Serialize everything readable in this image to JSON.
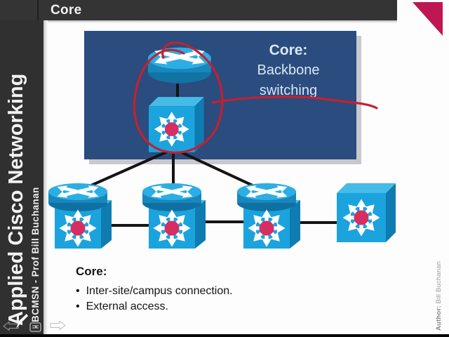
{
  "titlebar": {
    "label": "Core"
  },
  "sidebar": {
    "course_title": "Applied Cisco Networking",
    "course_subtitle": "- BCMSN - Prof Bill Buchanan"
  },
  "slide": {
    "callout": {
      "heading": "Core:",
      "body_lines": [
        "Backbone",
        "switching"
      ]
    },
    "notes": {
      "heading": "Core:",
      "bullets": [
        "Inter-site/campus connection.",
        "External access."
      ]
    },
    "diagram": {
      "devices": [
        {
          "id": "backbone-router",
          "type": "router"
        },
        {
          "id": "backbone-switch",
          "type": "multilayer-switch"
        },
        {
          "id": "distribution-switch-1",
          "type": "multilayer-switch"
        },
        {
          "id": "distribution-switch-2",
          "type": "multilayer-switch"
        },
        {
          "id": "distribution-switch-3",
          "type": "multilayer-switch"
        },
        {
          "id": "access-switch",
          "type": "workgroup-switch"
        }
      ],
      "connections": [
        [
          "backbone-router",
          "backbone-switch"
        ],
        [
          "backbone-switch",
          "distribution-switch-1"
        ],
        [
          "backbone-switch",
          "distribution-switch-2"
        ],
        [
          "backbone-switch",
          "distribution-switch-3"
        ],
        [
          "distribution-switch-1",
          "distribution-switch-2"
        ],
        [
          "distribution-switch-2",
          "distribution-switch-3"
        ],
        [
          "distribution-switch-3",
          "access-switch"
        ]
      ],
      "annotations": [
        {
          "type": "pen-circle",
          "around": [
            "backbone-router",
            "backbone-switch"
          ]
        },
        {
          "type": "pen-line",
          "from": "pen-circle",
          "direction": "right"
        }
      ]
    }
  },
  "footer": {
    "author_label": "Author:",
    "author_name": "Bill Buchanan"
  },
  "nav": {
    "icons": [
      "previous-slide-arrow-icon",
      "pen-cursor-icon",
      "slideshow-menu-icon",
      "next-slide-arrow-icon"
    ]
  },
  "colors": {
    "chrome_dark": "#343434",
    "panel_navy": "#2B4C7E",
    "device_blue": "#1BA3DD",
    "device_blue_light": "#2BAEE4",
    "device_blue_dark": "#0E7CB0",
    "device_dot_pink": "#D62E62",
    "pen_red": "#C5202F",
    "corner_triangle_red": "#BD1853"
  }
}
